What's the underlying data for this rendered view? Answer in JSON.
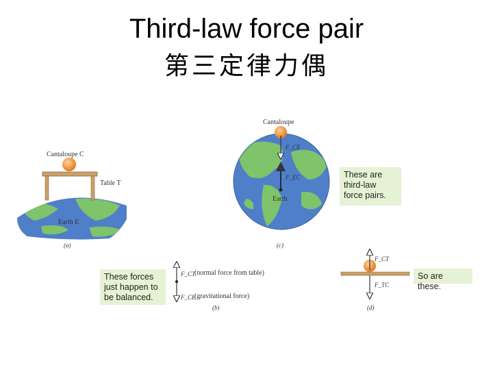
{
  "title": "Third-law force pair",
  "subtitle": "第三定律力偶",
  "panel_a": {
    "object_label": "Cantaloupe C",
    "table_label": "Table T",
    "earth_label": "Earth E",
    "caption": "(a)"
  },
  "panel_b": {
    "note": "These forces just happen to be balanced.",
    "force_top": "F_CT",
    "force_top_desc": "(normal force from table)",
    "force_bottom": "F_CE",
    "force_bottom_desc": "(gravitational force)",
    "caption": "(b)"
  },
  "panel_c": {
    "object_label": "Cantaloupe",
    "force_top": "F_CE",
    "force_bottom": "F_EC",
    "earth_label": "Earth",
    "note": "These are third-law force pairs.",
    "caption": "(c)"
  },
  "panel_d": {
    "force_top": "F_CT",
    "force_bottom": "F_TC",
    "note": "So are these.",
    "caption": "(d)"
  },
  "colors": {
    "earth_ocean": "#4f7fc9",
    "earth_land": "#7fc36a",
    "cantaloupe": "#f09a3e",
    "table": "#c9a06a",
    "note_bg": "#e6f2d4"
  }
}
